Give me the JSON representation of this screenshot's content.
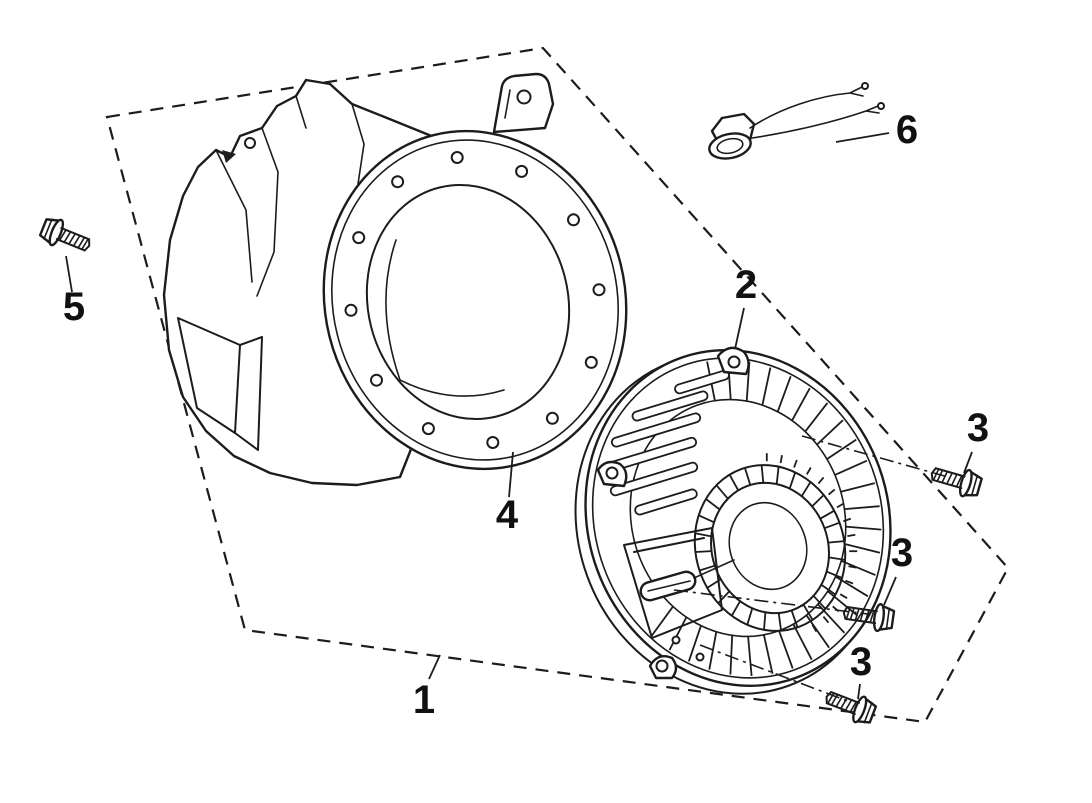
{
  "style": {
    "background": "#ffffff",
    "line_color": "#1c1c1c",
    "label_color": "#111111"
  },
  "callouts": [
    {
      "number": "1"
    },
    {
      "number": "2"
    },
    {
      "number": "3"
    },
    {
      "number": "3"
    },
    {
      "number": "3"
    },
    {
      "number": "4"
    },
    {
      "number": "5"
    },
    {
      "number": "6"
    }
  ]
}
